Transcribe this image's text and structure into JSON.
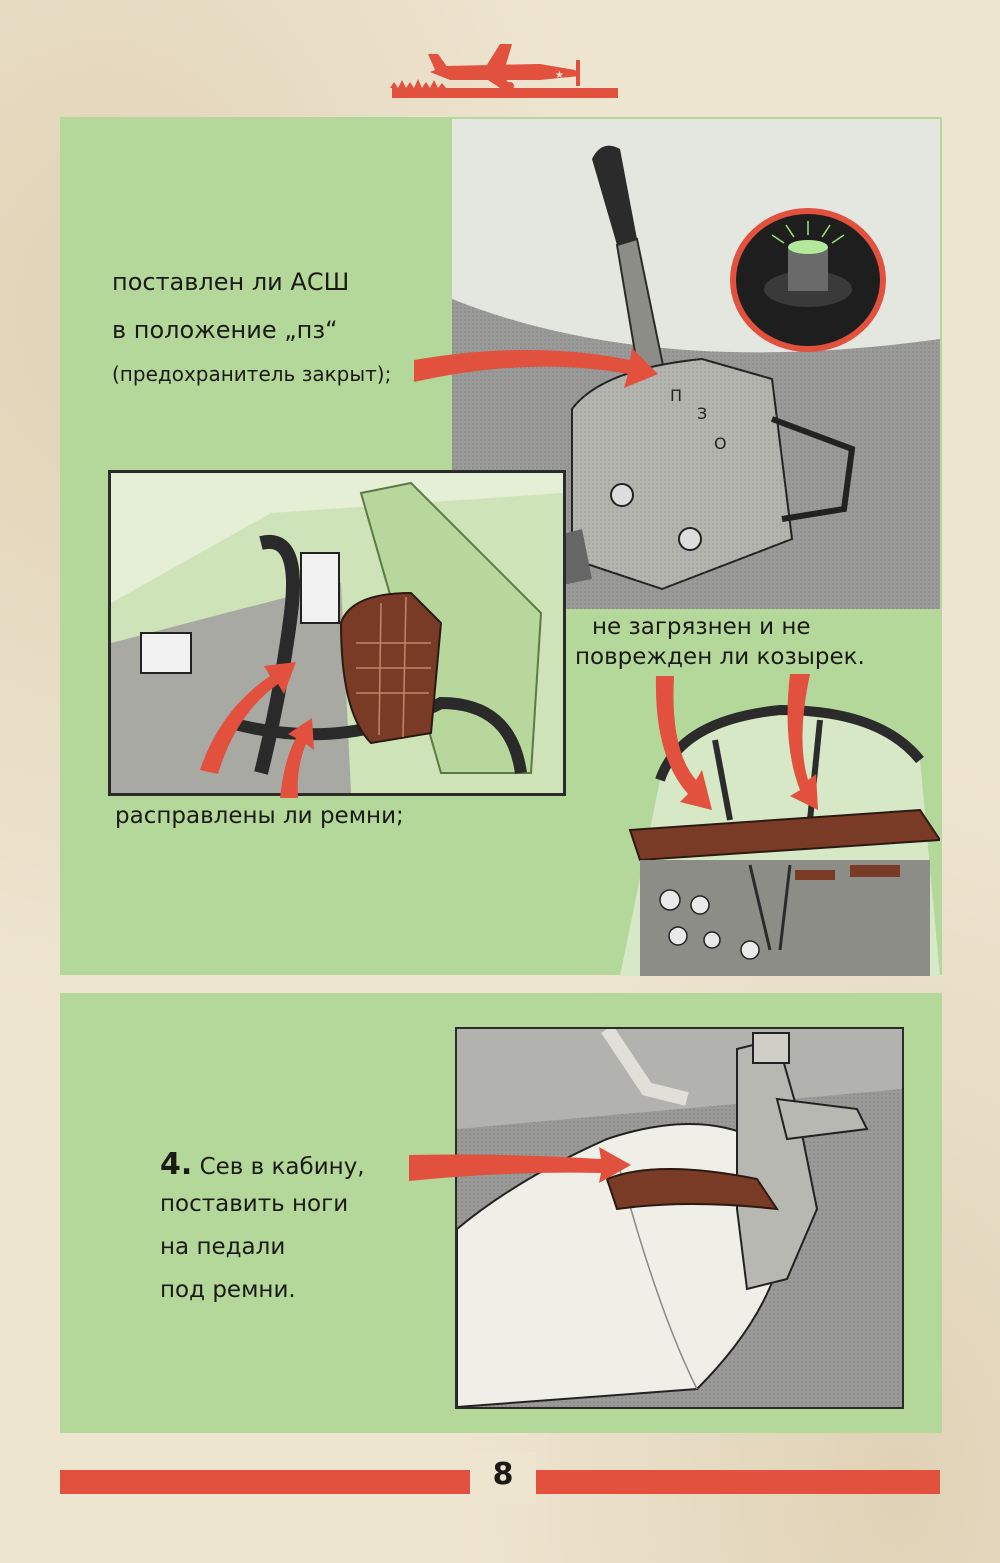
{
  "captions": {
    "asш_line1": "поставлен ли АСШ",
    "asш_line2": "в положение „пз“",
    "asш_line3": "(предохранитель закрыт);",
    "visor_line1": "не загрязнен и не",
    "visor_line2": "поврежден ли козырек.",
    "straps": "расправлены ли ремни;"
  },
  "step4": {
    "number": "4.",
    "line1": "Сев в кабину,",
    "line2": "поставить ноги",
    "line3": "на педали",
    "line4": "под ремни."
  },
  "footer": {
    "page_number": "8"
  },
  "colors": {
    "panel_green": "#b4d89a",
    "accent_red": "#e2503e",
    "paper": "#eee5d1"
  }
}
